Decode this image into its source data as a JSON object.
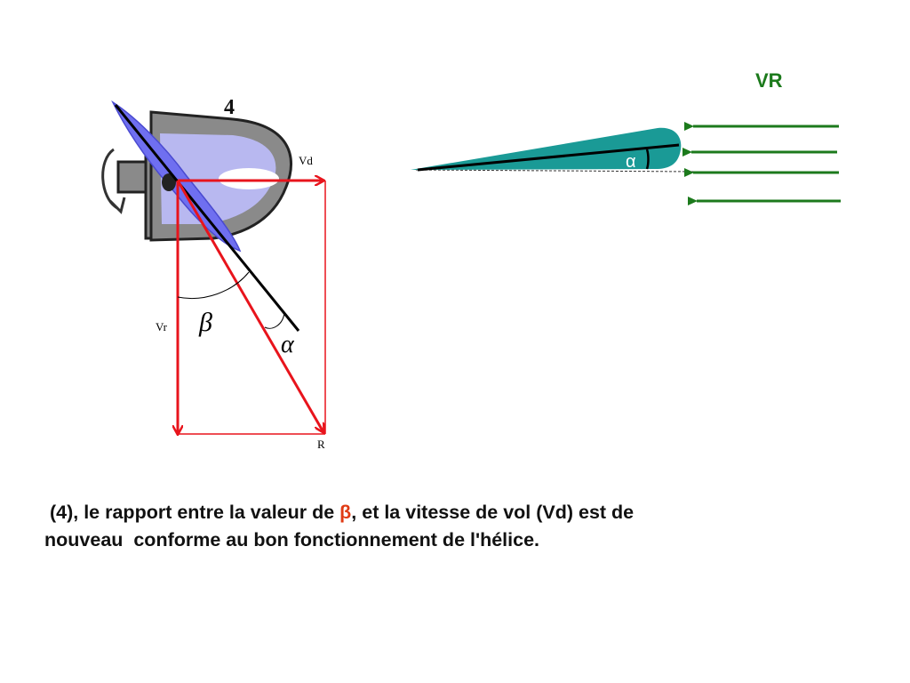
{
  "diagram": {
    "figure_number": "4",
    "labels": {
      "vd": "Vd",
      "vr": "Vr",
      "r": "R",
      "beta": "β",
      "alpha_left": "α",
      "alpha_profile": "α",
      "vr_flow": "VR"
    },
    "colors": {
      "vector": "#e8141c",
      "blade": "#6f6ff0",
      "hub": "#8a8a8a",
      "hub_light": "#b8b8f0",
      "airfoil": "#1a9a96",
      "flow_arrow": "#1c7a1c",
      "vr_label": "#1c7a1c",
      "beta_highlight": "#e03a14"
    }
  },
  "caption": {
    "part1": " (4), le rapport entre la valeur de ",
    "beta": "β",
    "part2": ", et la vitesse de vol (Vd) est de\nnouveau  conforme au bon fonctionnement de l'hélice."
  }
}
